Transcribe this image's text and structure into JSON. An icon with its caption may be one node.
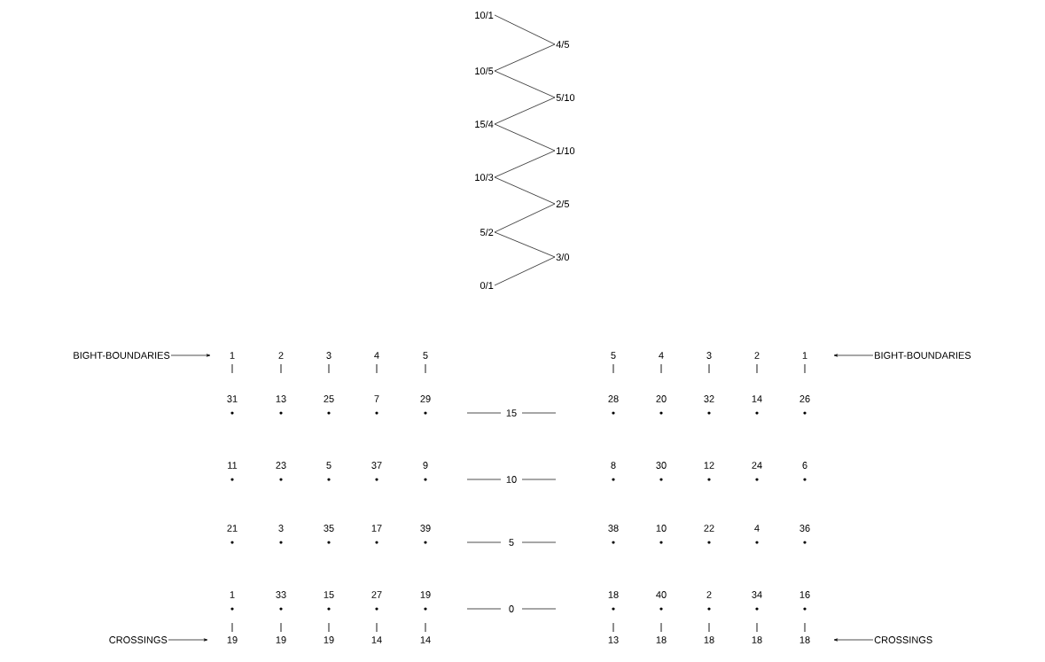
{
  "diagram": {
    "nodes": [
      {
        "text": [
          "10/1"
        ]
      },
      {
        "text": [
          "4/5"
        ]
      },
      {
        "text": [
          "10/5"
        ]
      },
      {
        "text": [
          "5/10"
        ]
      },
      {
        "text": [
          "15/4"
        ]
      },
      {
        "text": [
          "1/10"
        ]
      },
      {
        "text": [
          "10/3"
        ]
      },
      {
        "text": [
          "2/5"
        ]
      },
      {
        "text": [
          "5/2"
        ]
      },
      {
        "text": [
          "3/0"
        ]
      },
      {
        "text": [
          "0/1"
        ]
      },
      {
        "text": [
          "BIGHT-BOUNDARIES"
        ]
      },
      {
        "text": [
          "BIGHT-BOUNDARIES"
        ]
      },
      {
        "text": [
          "CROSSINGS"
        ]
      },
      {
        "text": [
          "CROSSINGS"
        ]
      }
    ],
    "edges": [
      {
        "from": 0,
        "to": 1,
        "arrow": "none"
      },
      {
        "from": 1,
        "to": 2,
        "arrow": "none"
      },
      {
        "from": 2,
        "to": 3,
        "arrow": "none"
      },
      {
        "from": 3,
        "to": 4,
        "arrow": "none"
      },
      {
        "from": 4,
        "to": 5,
        "arrow": "none"
      },
      {
        "from": 5,
        "to": 6,
        "arrow": "none"
      },
      {
        "from": 6,
        "to": 7,
        "arrow": "none"
      },
      {
        "from": 7,
        "to": 8,
        "arrow": "none"
      },
      {
        "from": 8,
        "to": 9,
        "arrow": "none"
      },
      {
        "from": 9,
        "to": 10,
        "arrow": "none"
      },
      {
        "from": 11,
        "to": null,
        "arrow": "to"
      },
      {
        "from": 12,
        "to": null,
        "arrow": "to"
      },
      {
        "from": 13,
        "to": null,
        "arrow": "to"
      },
      {
        "from": 14,
        "to": null,
        "arrow": "to"
      }
    ],
    "labels": [
      "1",
      "2",
      "3",
      "4",
      "5",
      "5",
      "4",
      "3",
      "2",
      "1",
      "31",
      "13",
      "25",
      "7",
      "29",
      "15",
      "28",
      "20",
      "32",
      "14",
      "26",
      "11",
      "23",
      "5",
      "37",
      "9",
      "10",
      "8",
      "30",
      "12",
      "24",
      "6",
      "21",
      "3",
      "35",
      "17",
      "39",
      "5",
      "38",
      "10",
      "22",
      "4",
      "36",
      "1",
      "33",
      "15",
      "27",
      "19",
      "0",
      "18",
      "40",
      "2",
      "34",
      "16",
      "19",
      "19",
      "19",
      "14",
      "14",
      "13",
      "18",
      "18",
      "18",
      "18"
    ]
  }
}
